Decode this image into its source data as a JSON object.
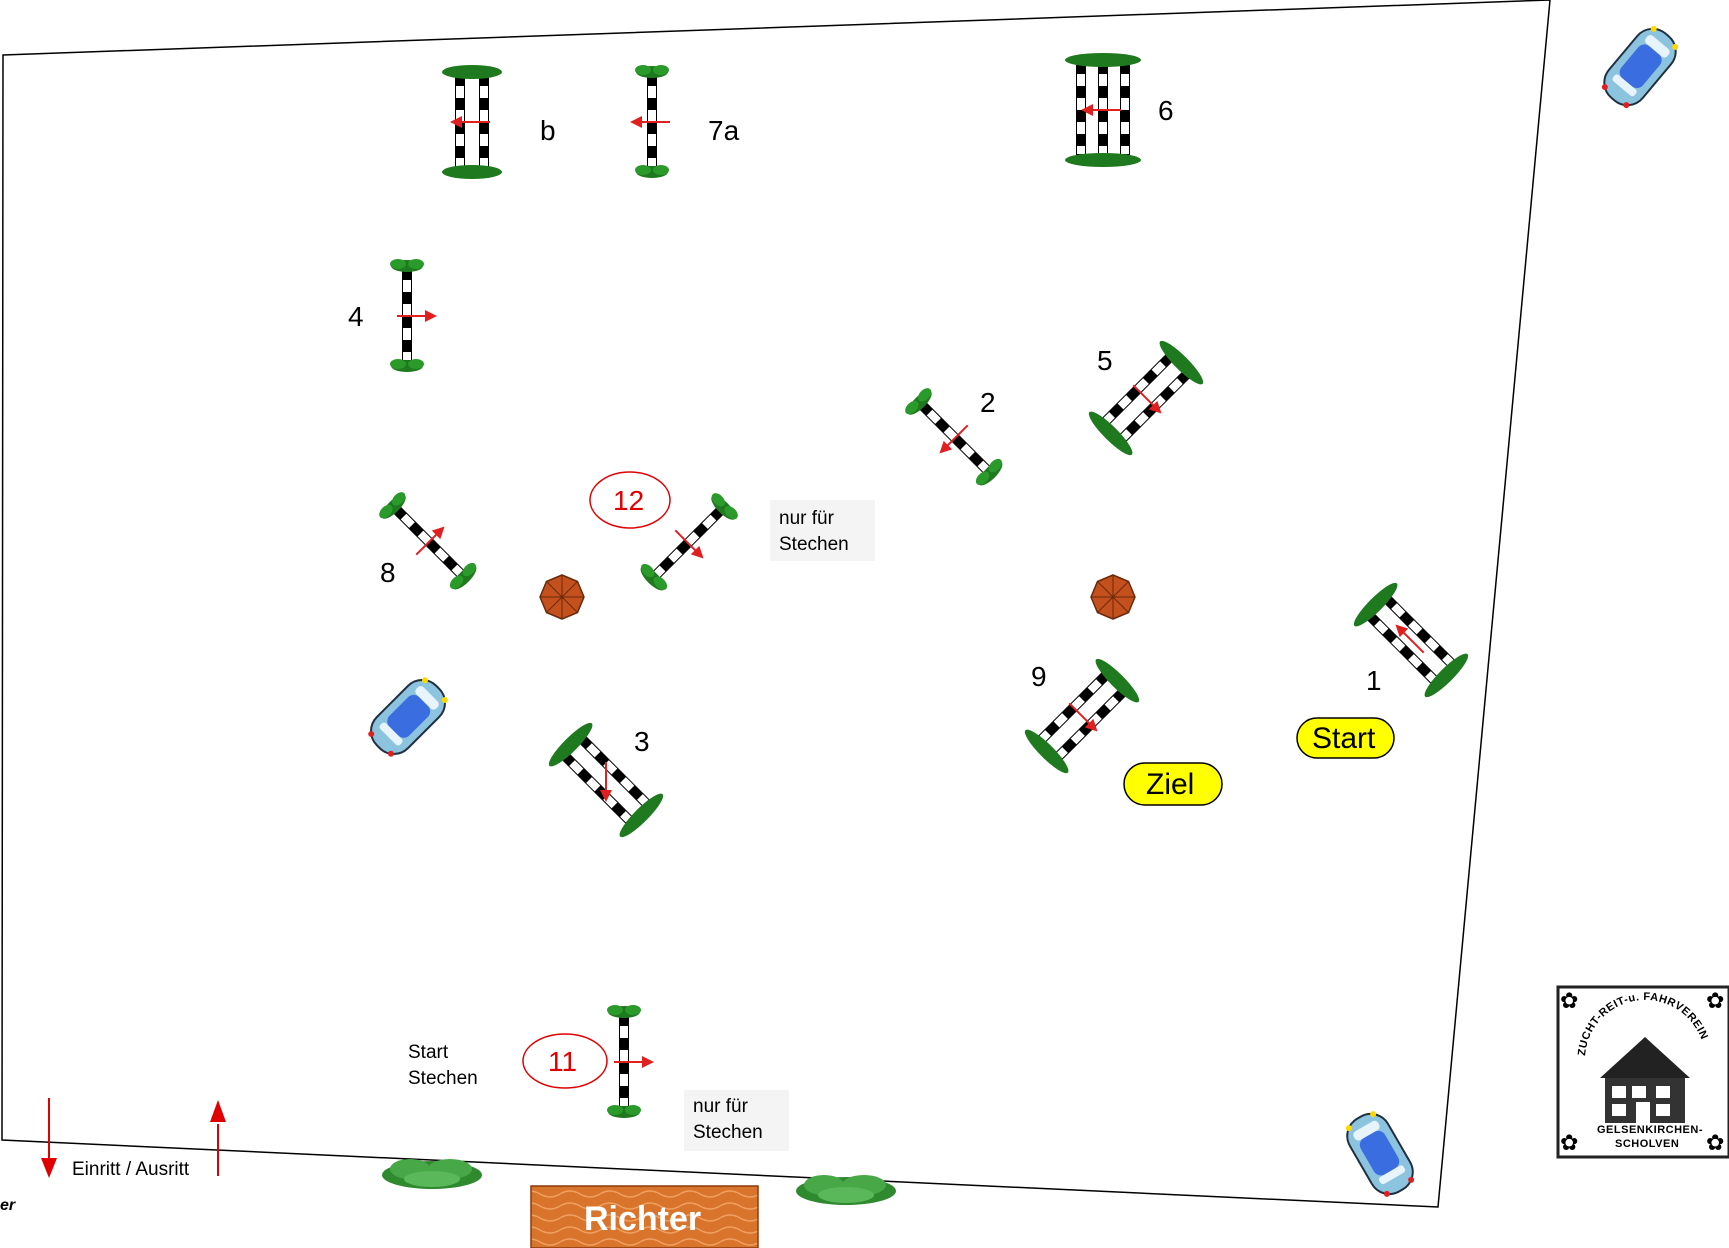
{
  "jumps": {
    "j1": "1",
    "j2": "2",
    "j3": "3",
    "j4": "4",
    "j5": "5",
    "j6": "6",
    "j7a": "7a",
    "jb": "b",
    "j8": "8",
    "j9": "9",
    "j11": "11",
    "j12": "12"
  },
  "labels": {
    "start": "Start",
    "ziel": "Ziel",
    "start_stechen_line1": "Start",
    "start_stechen_line2": "Stechen",
    "nur_fuer_line1": "nur für",
    "nur_fuer_line2": "Stechen",
    "entry": "Einritt / Ausritt",
    "judge": "Richter",
    "cut_text": "er"
  },
  "logo": {
    "top_text": "ZUCHT-REIT-u. FAHRVEREIN",
    "bottom_line1": "GELSENKIRCHEN-",
    "bottom_line2": "SCHOLVEN"
  },
  "colors": {
    "pole_dark": "#000000",
    "pole_light": "#ffffff",
    "bush": "#1f7a1f",
    "arrow": "#e02020",
    "badge_fill": "#ffff00",
    "judge_box": "#d2692a",
    "umbrella": "#b84a1a",
    "car_body": "#7ab8d8",
    "car_roof": "#3a6ee0"
  }
}
